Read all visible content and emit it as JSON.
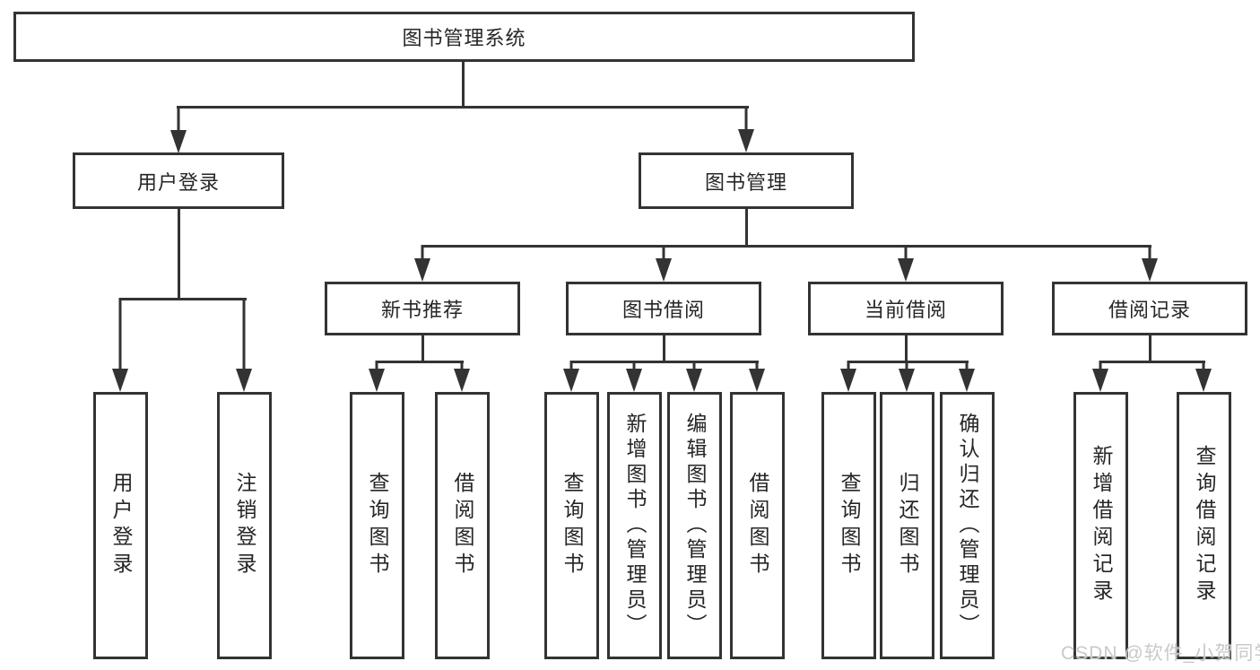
{
  "diagram": {
    "title": "图书管理系统",
    "watermark": "CSDN @软件_小贺同学",
    "colors": {
      "line": "#333333",
      "text": "#262626",
      "background": "#ffffff",
      "watermark": "#c9c9c9"
    },
    "nodes": {
      "root": {
        "label": "图书管理系统"
      },
      "user_login": {
        "label": "用户登录"
      },
      "book_mgmt": {
        "label": "图书管理"
      },
      "new_book_rec": {
        "label": "新书推荐"
      },
      "book_borrow": {
        "label": "图书借阅"
      },
      "current_borrow": {
        "label": "当前借阅"
      },
      "borrow_records": {
        "label": "借阅记录"
      },
      "leaf_user_login": {
        "label": "用户登录"
      },
      "leaf_logout": {
        "label": "注销登录"
      },
      "rec_query_books": {
        "label": "查询图书"
      },
      "rec_borrow_books": {
        "label": "借阅图书"
      },
      "bb_query_books": {
        "label": "查询图书"
      },
      "bb_add_books": {
        "label": "新增图书（管理员）"
      },
      "bb_edit_books": {
        "label": "编辑图书（管理员）"
      },
      "bb_borrow_books": {
        "label": "借阅图书"
      },
      "cb_query_books": {
        "label": "查询图书"
      },
      "cb_return_books": {
        "label": "归还图书"
      },
      "cb_confirm_return": {
        "label": "确认归还（管理员）"
      },
      "br_add_record": {
        "label": "新增借阅记录"
      },
      "br_query_record": {
        "label": "查询借阅记录"
      }
    }
  }
}
